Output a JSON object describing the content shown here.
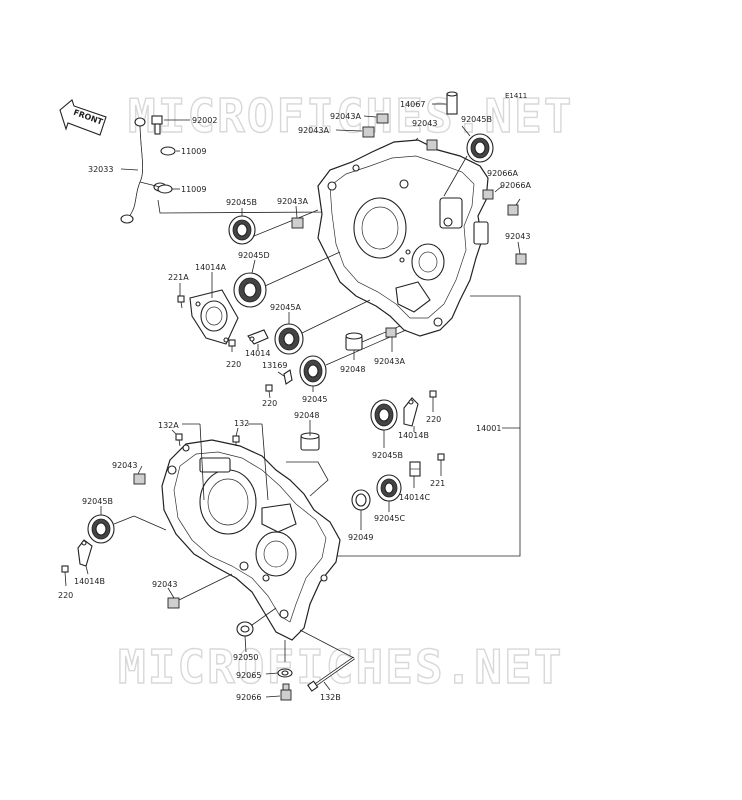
{
  "diagram": {
    "code": "E1411",
    "front_label": "FRONT",
    "watermark": "MICROFICHES.NET",
    "labels": {
      "p92002": "92002",
      "p11009a": "11009",
      "p11009b": "11009",
      "p32033": "32033",
      "p92043a_1": "92043A",
      "p92043a_2": "92043A",
      "p14067": "14067",
      "p92043_top": "92043",
      "p92045b_top": "92045B",
      "p92066a_1": "92066A",
      "p92066a_2": "92066A",
      "p92045b_left": "92045B",
      "p92043a_3": "92043A",
      "p92043_right": "92043",
      "p92045d": "92045D",
      "p14014a": "14014A",
      "p221a": "221A",
      "p92045a": "92045A",
      "p14014": "14014",
      "p220_a": "220",
      "p13169": "13169",
      "p92048_a": "92048",
      "p92043a_4": "92043A",
      "p220_b": "220",
      "p92045": "92045",
      "p220_c": "220",
      "p14014b_a": "14014B",
      "p92048_b": "92048",
      "p132a": "132A",
      "p132": "132",
      "p14001": "14001",
      "p92045b_mid": "92045B",
      "p221": "221",
      "p92043_left": "92043",
      "p14014c": "14014C",
      "p92045b_lower": "92045B",
      "p92049": "92049",
      "p92045c": "92045C",
      "p14014b_b": "14014B",
      "p220_d": "220",
      "p92043_bottom": "92043",
      "p92050": "92050",
      "p92065": "92065",
      "p92066": "92066",
      "p132b": "132B"
    }
  }
}
